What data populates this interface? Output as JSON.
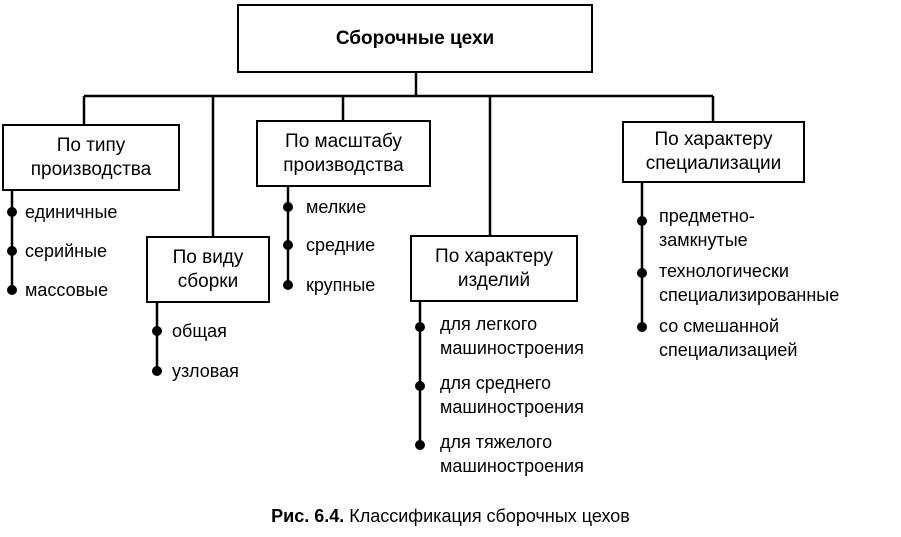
{
  "root": "Сборочные цехи",
  "groups": [
    {
      "title": [
        "По типу",
        "производства"
      ],
      "items": [
        [
          "единичные"
        ],
        [
          "серийные"
        ],
        [
          "массовые"
        ]
      ]
    },
    {
      "title": [
        "По виду",
        "сборки"
      ],
      "items": [
        [
          "общая"
        ],
        [
          "узловая"
        ]
      ]
    },
    {
      "title": [
        "По масштабу",
        "производства"
      ],
      "items": [
        [
          "мелкие"
        ],
        [
          "средние"
        ],
        [
          "крупные"
        ]
      ]
    },
    {
      "title": [
        "По характеру",
        "изделий"
      ],
      "items": [
        [
          "для легкого",
          "машиностроения"
        ],
        [
          "для среднего",
          "машиностроения"
        ],
        [
          "для тяжелого",
          "машиностроения"
        ]
      ]
    },
    {
      "title": [
        "По характеру",
        "специализации"
      ],
      "items": [
        [
          "предметно-",
          "замкнутые"
        ],
        [
          "технологически",
          "специализированные"
        ],
        [
          "со смешанной",
          "специализацией"
        ]
      ]
    }
  ],
  "caption": {
    "number": "Рис. 6.4.",
    "text": "Классификация сборочных цехов"
  }
}
